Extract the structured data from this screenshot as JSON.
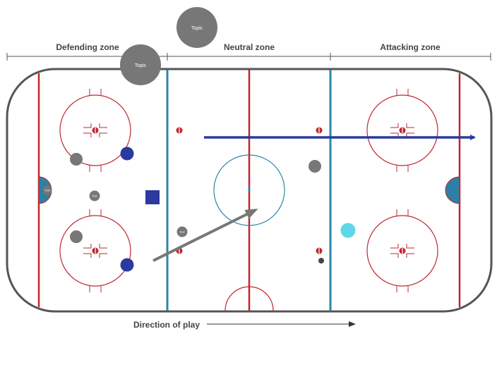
{
  "zones": {
    "defending": "Defending zone",
    "neutral": "Neutral zone",
    "attacking": "Attacking zone"
  },
  "topics": [
    {
      "label": "Topic"
    },
    {
      "label": "Topic"
    }
  ],
  "small_markers": [
    {
      "label": "Text"
    },
    {
      "label": "Text"
    },
    {
      "label": "Text"
    }
  ],
  "direction_label": "Direction of play",
  "colors": {
    "board": "#555555",
    "red_line": "#c0272d",
    "blue_line": "#2e86a6",
    "crease": "#2e7fa3",
    "player_dark_blue": "#2b3a9e",
    "player_gray": "#777777",
    "player_cyan": "#5ed8e8",
    "arrow_blue": "#2b3a9e",
    "arrow_gray": "#777777",
    "topic_gray": "#777777"
  }
}
